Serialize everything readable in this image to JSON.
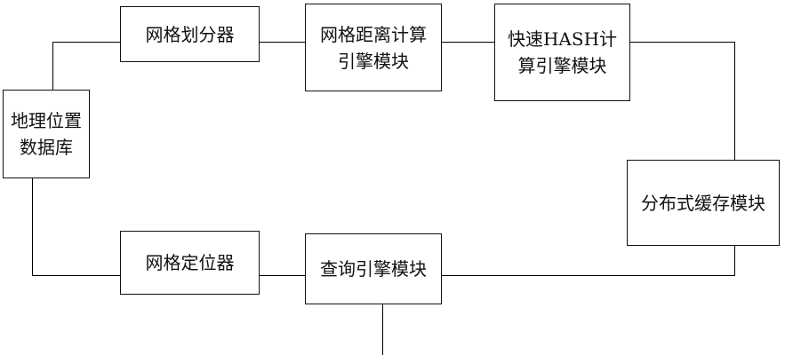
{
  "diagram": {
    "nodes": {
      "geo_db": "地理位置数据库",
      "grid_divider": "网格划分器",
      "grid_distance_engine": "网格距离计算引擎模块",
      "fast_hash_engine": "快速HASH计算引擎模块",
      "distributed_cache": "分布式缓存模块",
      "query_engine": "查询引擎模块",
      "grid_locator": "网格定位器"
    }
  }
}
